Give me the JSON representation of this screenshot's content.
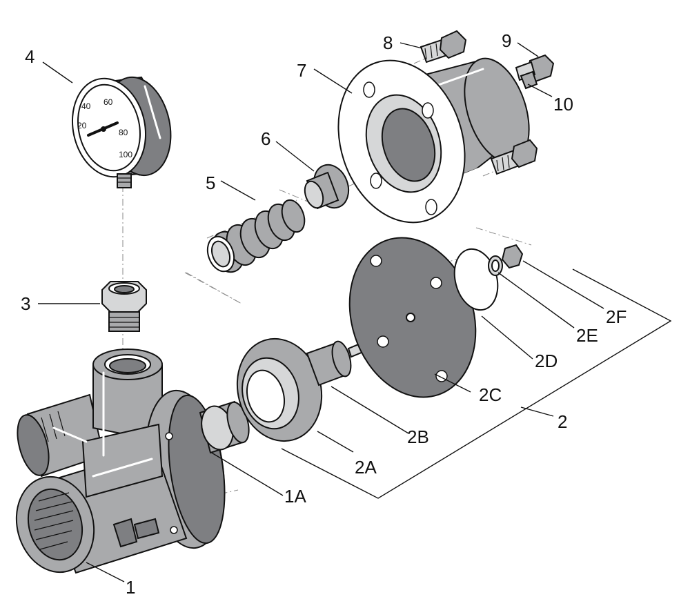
{
  "diagram": {
    "callouts": {
      "c1": "1",
      "c1A": "1A",
      "c2": "2",
      "c2A": "2A",
      "c2B": "2B",
      "c2C": "2C",
      "c2D": "2D",
      "c2E": "2E",
      "c2F": "2F",
      "c3": "3",
      "c4": "4",
      "c5": "5",
      "c6": "6",
      "c7": "7",
      "c8": "8",
      "c9": "9",
      "c10": "10"
    },
    "gauge_scale": [
      "20",
      "40",
      "60",
      "80",
      "100"
    ]
  }
}
